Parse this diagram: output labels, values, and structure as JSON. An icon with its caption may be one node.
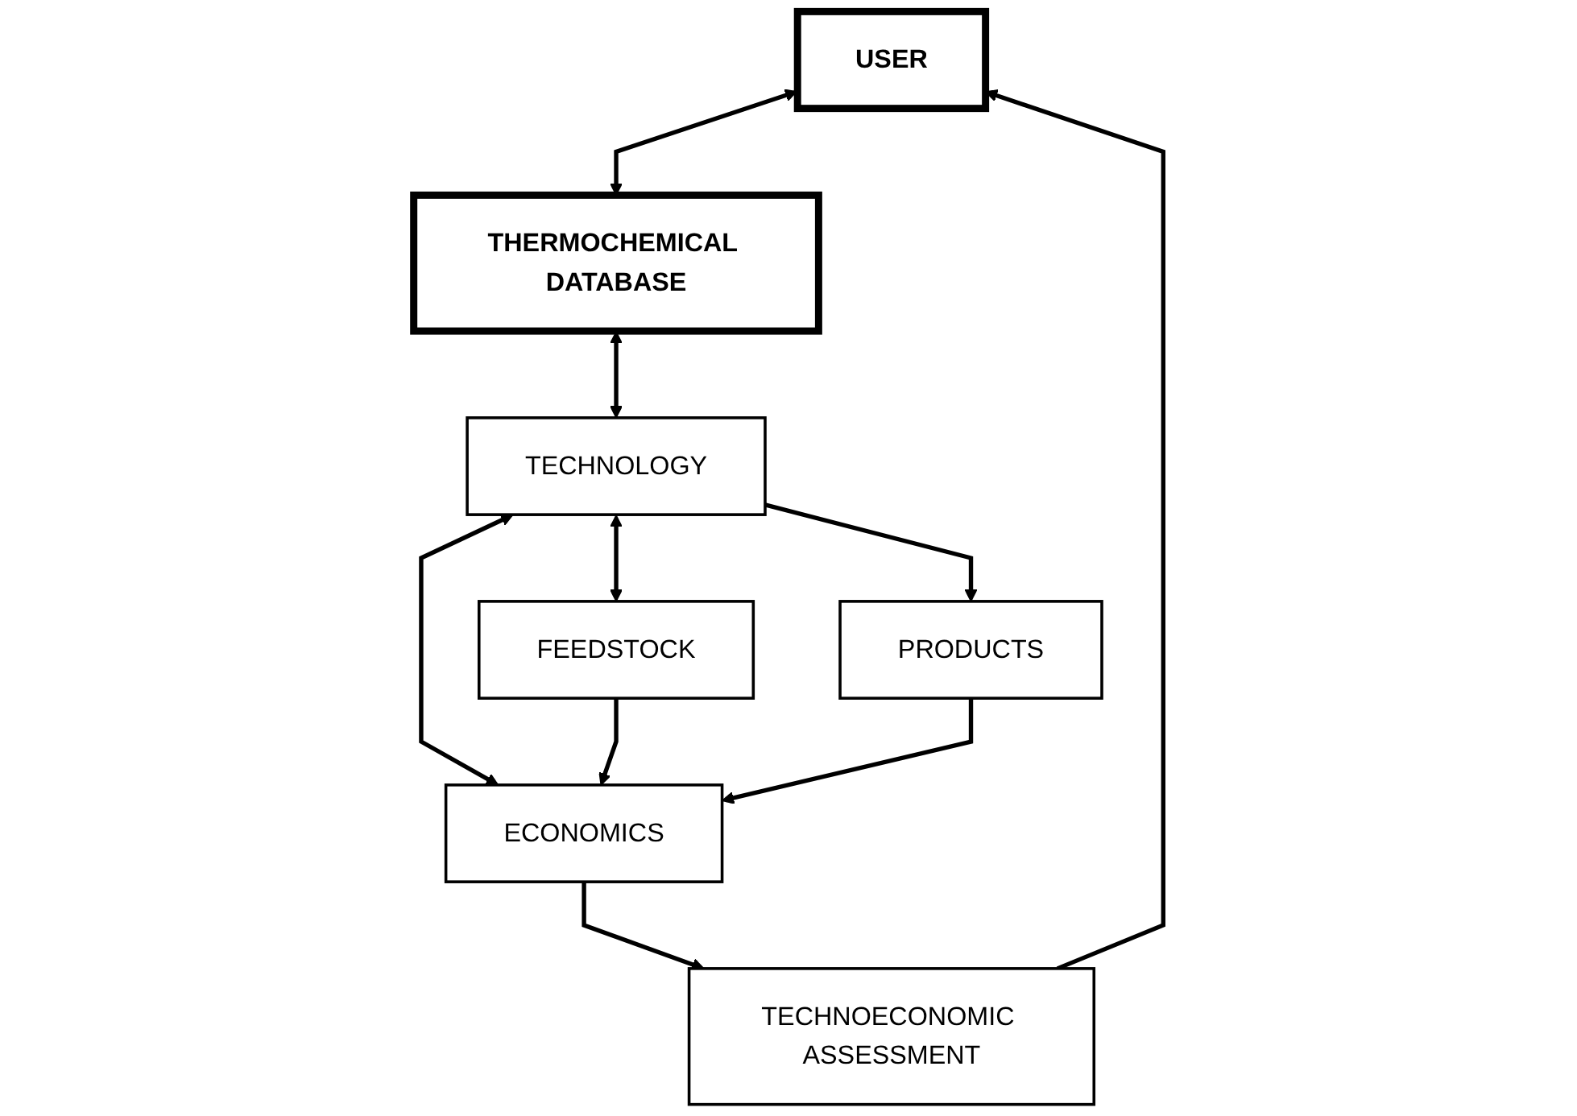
{
  "diagram": {
    "nodes": [
      {
        "text": [
          "USER"
        ]
      },
      {
        "text": [
          "THERMOCHEMICAL DATABASE"
        ]
      },
      {
        "text": [
          "TECHNOECONOMIC ASSESSMENT"
        ]
      },
      {
        "text": [
          "TECHNOLOGY"
        ]
      },
      {
        "text": [
          "ECONOMICS"
        ]
      },
      {
        "text": [
          "FEEDSTOCK"
        ]
      },
      {
        "text": [
          "PRODUCTS"
        ]
      }
    ],
    "edges": [
      {
        "from": 0,
        "to": 1,
        "arrow": "both"
      },
      {
        "from": 2,
        "to": 0,
        "arrow": "to"
      },
      {
        "from": 1,
        "to": 3,
        "arrow": "both"
      },
      {
        "from": 4,
        "to": 2,
        "arrow": "to"
      },
      {
        "from": 3,
        "to": 4,
        "arrow": "both"
      },
      {
        "from": 3,
        "to": 5,
        "arrow": "both"
      },
      {
        "from": 3,
        "to": 6,
        "arrow": "to"
      },
      {
        "from": 5,
        "to": 4,
        "arrow": "to"
      },
      {
        "from": 6,
        "to": 4,
        "arrow": "to"
      }
    ]
  }
}
